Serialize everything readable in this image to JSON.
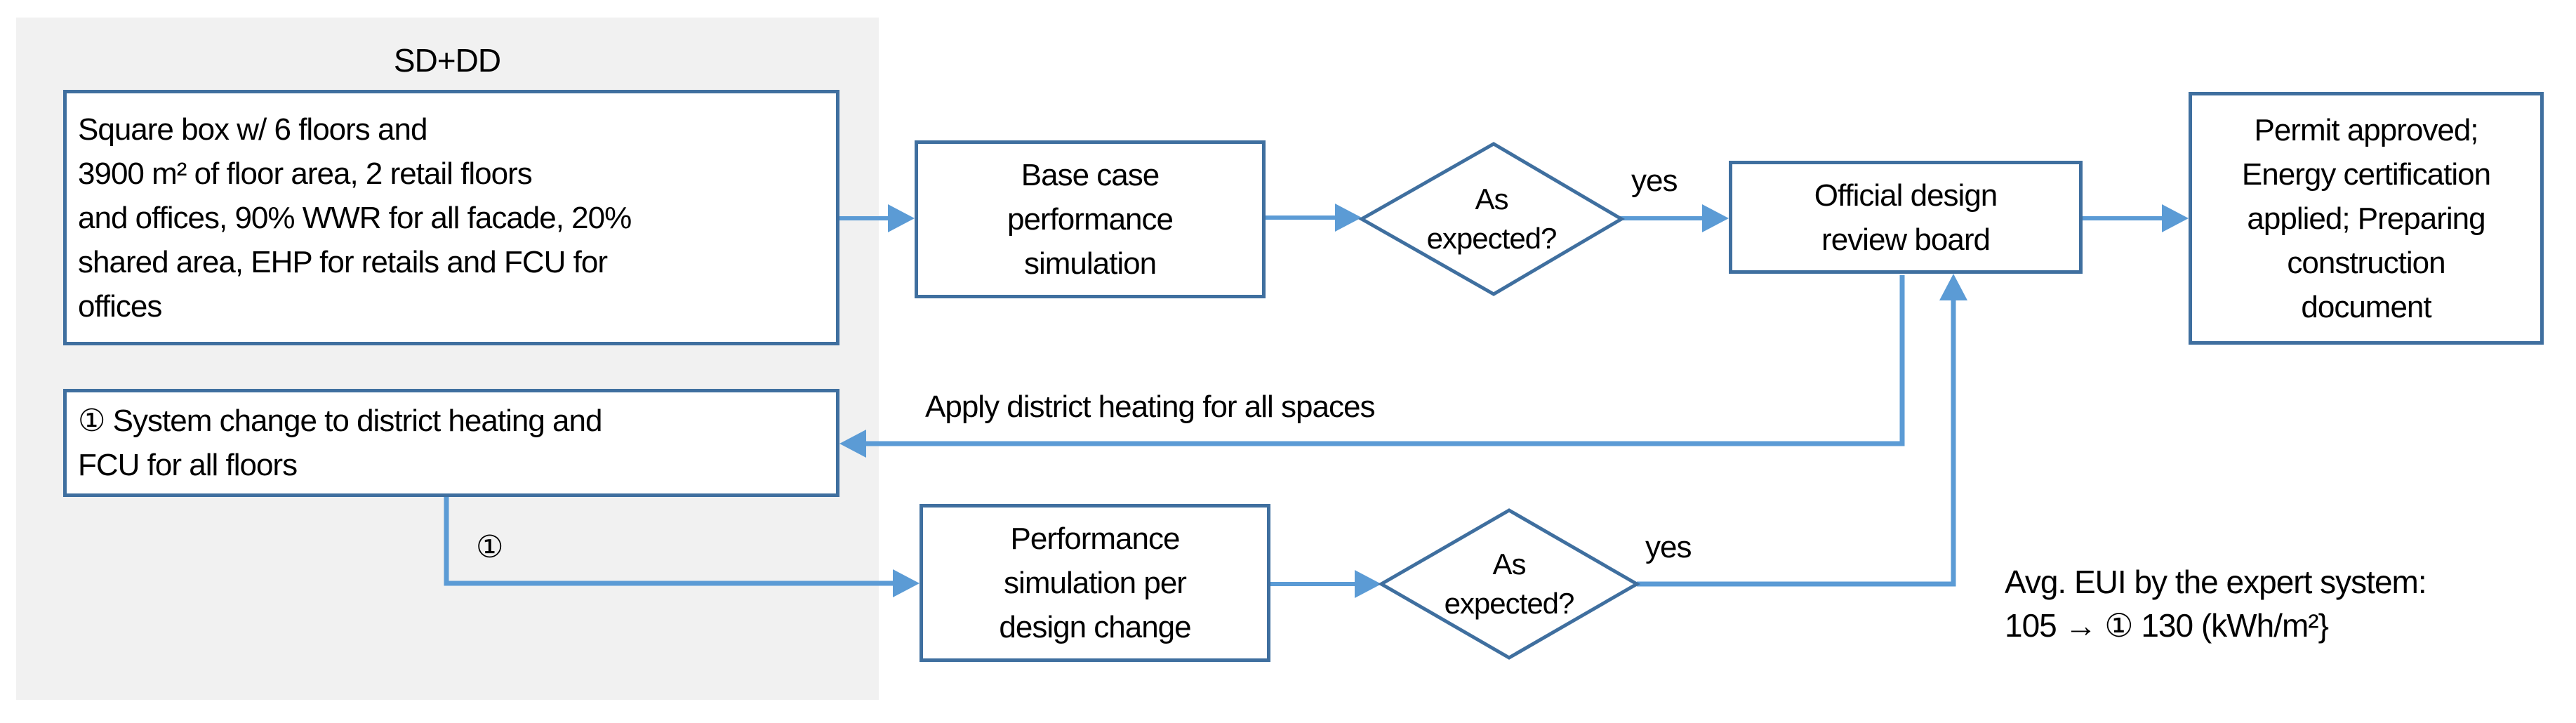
{
  "colors": {
    "phase_bg": "#F1F1F1",
    "box_border": "#3F6F9F",
    "arrow": "#5B9BD5",
    "text": "#000000"
  },
  "phase": {
    "label": "SD+DD"
  },
  "nodes": {
    "base_design": {
      "text": "Square box w/ 6 floors and\n3900 m² of floor area, 2 retail floors\nand offices, 90% WWR for all facade, 20%\nshared area, EHP for retails and FCU for\noffices"
    },
    "design_change": {
      "text": "① System change to district heating and\nFCU for all floors"
    },
    "base_simulation": {
      "text": "Base case\nperformance\nsimulation"
    },
    "change_simulation": {
      "text": "Performance\nsimulation per\ndesign change"
    },
    "decision1": {
      "text": "As\nexpected?"
    },
    "decision2": {
      "text": "As\nexpected?"
    },
    "review_board": {
      "text": "Official design\nreview board"
    },
    "outcome": {
      "text": "Permit approved;\nEnergy certification\napplied; Preparing\nconstruction\ndocument"
    }
  },
  "edge_labels": {
    "yes1": "yes",
    "yes2": "yes",
    "apply_district_heating": "Apply district heating for all spaces",
    "change_marker": "①"
  },
  "annotation": {
    "text": "Avg. EUI by the expert system:\n105 → ① 130 (kWh/m²}"
  }
}
